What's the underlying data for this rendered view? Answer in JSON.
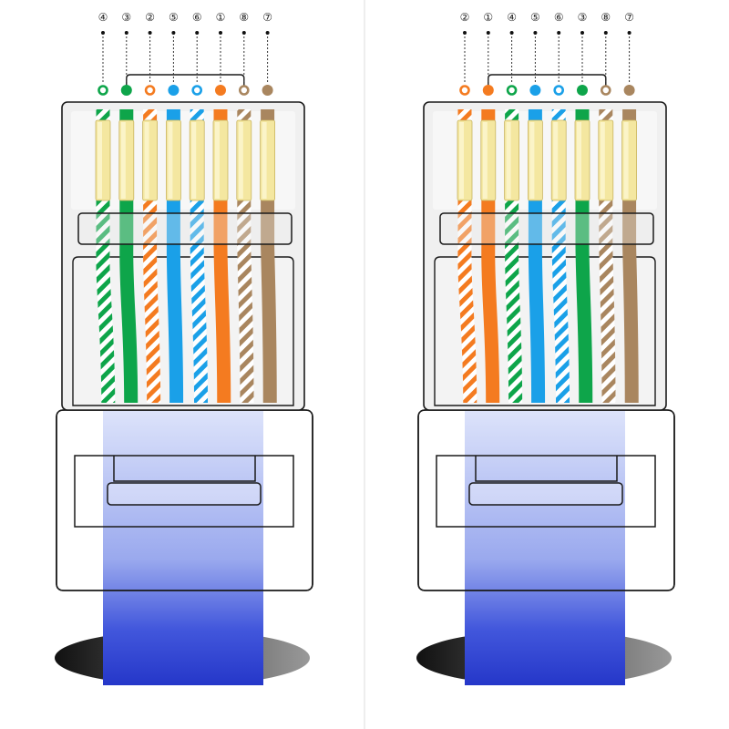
{
  "colors": {
    "orange": "#f47b20",
    "green": "#0ea54a",
    "blue": "#1aa0e8",
    "brown": "#a9865f",
    "outline": "#1a1a1a",
    "gold": "#f4e7a0",
    "cable": "#2f45d8"
  },
  "connectors": [
    {
      "name": "connector-left",
      "pin_labels": [
        "4",
        "3",
        "2",
        "5",
        "6",
        "1",
        "8",
        "7"
      ],
      "wires": [
        {
          "color": "green",
          "striped": true
        },
        {
          "color": "green",
          "striped": false
        },
        {
          "color": "orange",
          "striped": true
        },
        {
          "color": "blue",
          "striped": false
        },
        {
          "color": "blue",
          "striped": true
        },
        {
          "color": "orange",
          "striped": false
        },
        {
          "color": "brown",
          "striped": true
        },
        {
          "color": "brown",
          "striped": false
        }
      ]
    },
    {
      "name": "connector-right",
      "pin_labels": [
        "2",
        "1",
        "4",
        "5",
        "6",
        "3",
        "8",
        "7"
      ],
      "wires": [
        {
          "color": "orange",
          "striped": true
        },
        {
          "color": "orange",
          "striped": false
        },
        {
          "color": "green",
          "striped": true
        },
        {
          "color": "blue",
          "striped": false
        },
        {
          "color": "blue",
          "striped": true
        },
        {
          "color": "green",
          "striped": false
        },
        {
          "color": "brown",
          "striped": true
        },
        {
          "color": "brown",
          "striped": false
        }
      ]
    }
  ]
}
